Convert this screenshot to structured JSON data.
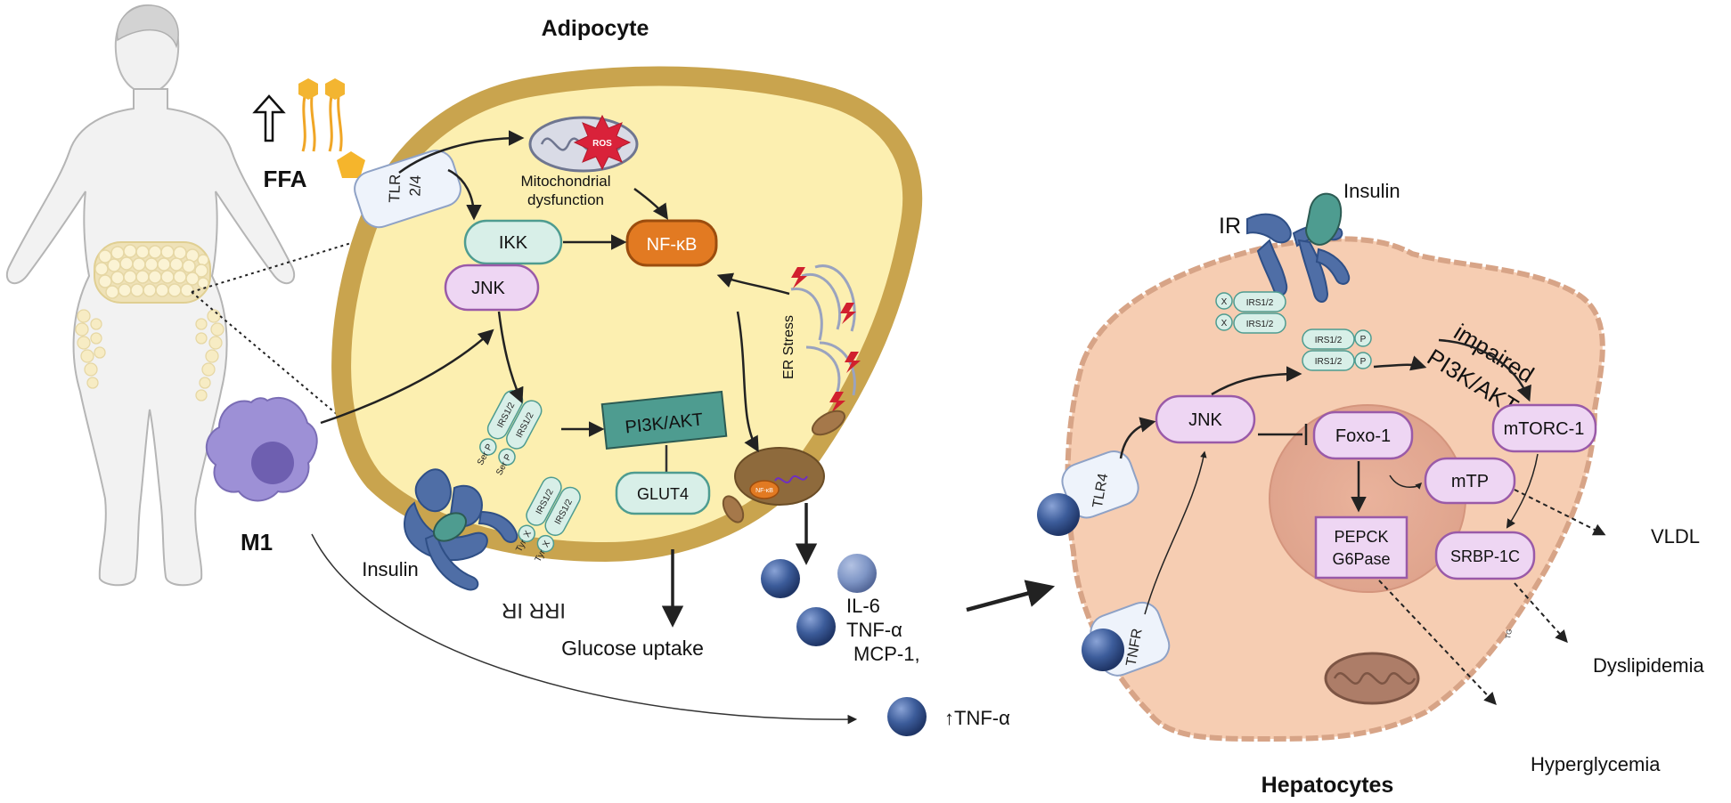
{
  "adipocyte": {
    "title": "Adipocyte",
    "ffa": "FFA",
    "tlr_line1": "TLR",
    "tlr_line2": "2/4",
    "ros": "ROS",
    "mito_line1": "Mitochondrial",
    "mito_line2": "dysfunction",
    "ikk": "IKK",
    "jnk": "JNK",
    "nfkb": "NF-κB",
    "er_stress": "ER Stress",
    "pi3k_akt": "PI3K/AKT",
    "glut4": "GLUT4",
    "ser": "Ser",
    "p": "P",
    "irs12": "IRS1/2",
    "x": "X",
    "tyr": "Tyr",
    "insulin": "Insulin",
    "irr_ir": "IRR IR",
    "glucose_uptake": "Glucose uptake",
    "m1": "M1",
    "nfkb_small": "NF-κB"
  },
  "cytokines": {
    "il6": "IL-6",
    "tnfa": "TNF-α",
    "mcp1": "MCP-1,",
    "up_tnfa": "↑TNF-α"
  },
  "hepatocyte": {
    "title": "Hepatocytes",
    "insulin": "Insulin",
    "ir": "IR",
    "x": "X",
    "p": "P",
    "irs12": "IRS1/2",
    "impaired_line1": "impaired",
    "impaired_line2": "PI3K/AKT",
    "jnk": "JNK",
    "foxo1": "Foxo-1",
    "mtorc1": "mTORC-1",
    "mtp": "mTP",
    "pepck": "PEPCK",
    "g6pase": "G6Pase",
    "srbp1c": "SRBP-1C",
    "tlr4": "TLR4",
    "tnfr": "TNFR",
    "vldl": "VLDL",
    "dyslipidemia": "Dyslipidemia",
    "hyperglycemia": "Hyperglycemia",
    "tg": "TG"
  },
  "colors": {
    "cell_border": "#c9a44e",
    "cell_fill": "#fcefb0",
    "hepatocyte_fill": "#f6cdb2",
    "hepatocyte_border": "#d7a487",
    "teal": "#d8efe8",
    "purple": "#eed6f3",
    "orange": "#e27a22",
    "dark_teal": "#4e9c90",
    "receptor_blue": "#4f6ea6",
    "ball_blue": "#3c5c9a",
    "m1_purple": "#9d90d6"
  }
}
